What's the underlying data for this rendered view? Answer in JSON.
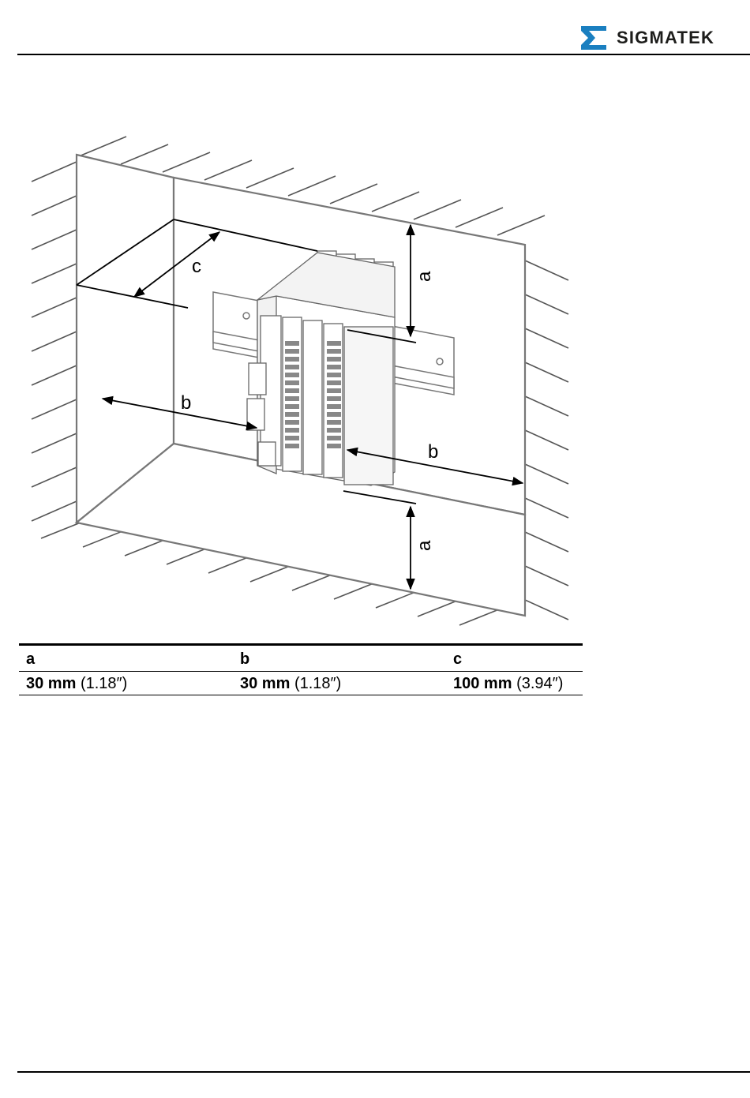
{
  "header": {
    "brand": "SIGMATEK",
    "brand_color": "#1a7fc0",
    "logo_icon": "sigmatek-logo-icon"
  },
  "figure": {
    "labels": {
      "a_top": "a",
      "a_bottom": "a",
      "b_left": "b",
      "b_right": "b",
      "c": "c"
    }
  },
  "table": {
    "columns": [
      {
        "head": "a",
        "metric": "30 mm",
        "imperial": "(1.18″)"
      },
      {
        "head": "b",
        "metric": "30 mm",
        "imperial": "(1.18″)"
      },
      {
        "head": "c",
        "metric": "100 mm",
        "imperial": "(3.94″)"
      }
    ]
  }
}
